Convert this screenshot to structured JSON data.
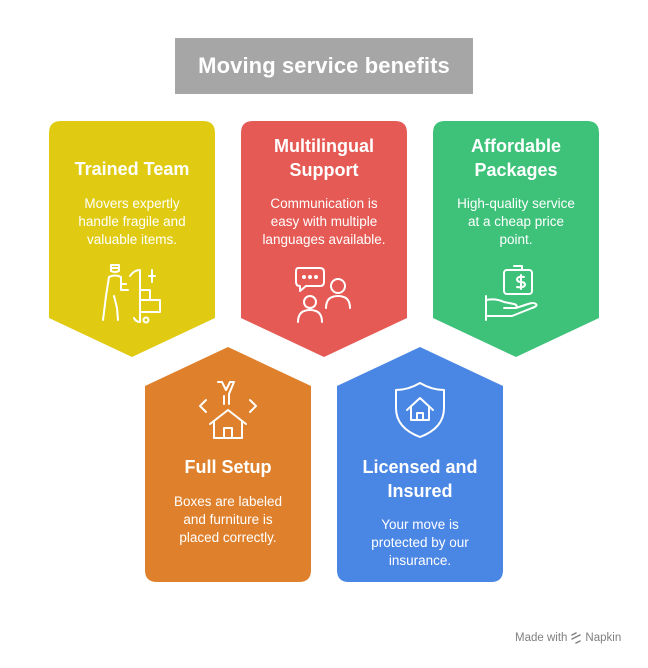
{
  "title": "Moving service benefits",
  "colors": {
    "trained": "#e0cb12",
    "multilingual": "#e55a54",
    "affordable": "#3ec27a",
    "setup": "#df812c",
    "insured": "#4a86e4",
    "title_bg": "#a6a6a6"
  },
  "cards": [
    {
      "title": "Trained Team",
      "desc": [
        "Movers expertly",
        "handle fragile and",
        "valuable items."
      ],
      "icon": "movers-dolly-icon"
    },
    {
      "title": "Multilingual Support",
      "title_lines": [
        "Multilingual",
        "Support"
      ],
      "desc": [
        "Communication is",
        "easy with multiple",
        "languages available."
      ],
      "icon": "people-chat-icon"
    },
    {
      "title": "Affordable Packages",
      "title_lines": [
        "Affordable",
        "Packages"
      ],
      "desc": [
        "High-quality service",
        "at a cheap price",
        "point."
      ],
      "icon": "hand-cash-icon"
    },
    {
      "title": "Full Setup",
      "desc": [
        "Boxes are labeled",
        "and furniture is",
        "placed correctly."
      ],
      "icon": "house-tools-icon"
    },
    {
      "title": "Licensed and Insured",
      "title_lines": [
        "Licensed and",
        "Insured"
      ],
      "desc": [
        "Your move is",
        "protected by our",
        "insurance."
      ],
      "icon": "shield-house-icon"
    }
  ],
  "footer": {
    "text": "Made with",
    "brand": "Napkin"
  }
}
